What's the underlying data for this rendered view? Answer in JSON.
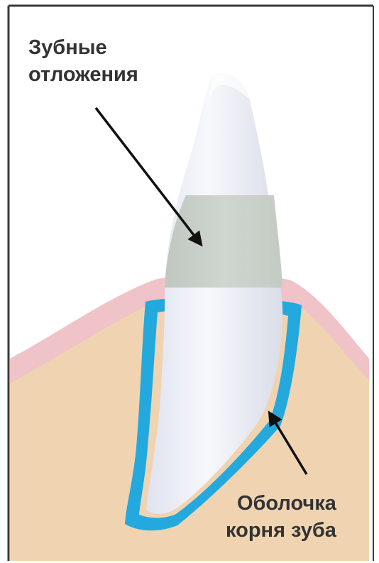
{
  "labels": {
    "deposits": {
      "line1": "Зубные",
      "line2": "отложения"
    },
    "root_sheath": {
      "line1": "Оболочка",
      "line2": "корня зуба"
    }
  },
  "colors": {
    "border": "#3a3a3a",
    "gum": "#f0c3c8",
    "bone": "#f0d4b2",
    "root_sheath": "#23a9dd",
    "tooth": "#eef0f6",
    "deposit": "#c8cfc8",
    "arrow": "#111111",
    "text": "#333333"
  }
}
